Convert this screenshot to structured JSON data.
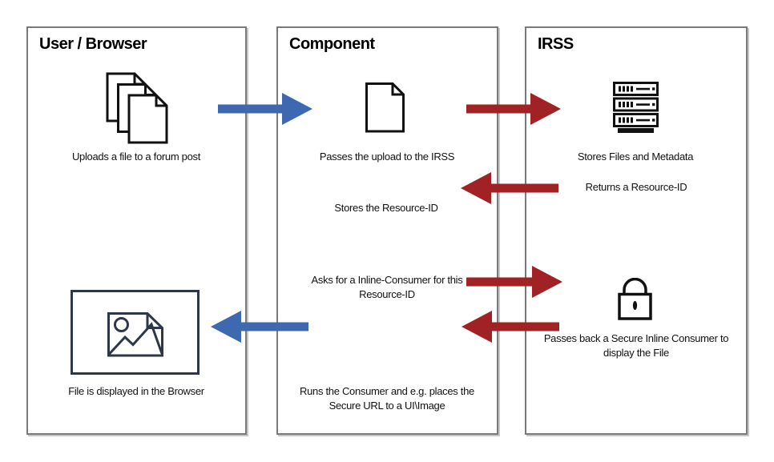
{
  "diagram": {
    "columns": [
      {
        "id": "user-browser",
        "title": "User / Browser"
      },
      {
        "id": "component",
        "title": "Component"
      },
      {
        "id": "irss",
        "title": "IRSS"
      }
    ],
    "labels": {
      "upload": "Uploads a file to a forum post",
      "pass_upload": "Passes the upload to the IRSS",
      "store_files": "Stores Files and Metadata",
      "return_id": "Returns a Resource-ID",
      "store_id": "Stores the Resource-ID",
      "ask_consumer": "Asks for a Inline-Consumer for this Resource-ID",
      "pass_back": "Passes back a Secure Inline Consumer to display the File",
      "file_displayed": "File is displayed in the Browser",
      "run_consumer": "Runs the Consumer and e.g. places the Secure URL to a UI\\Image"
    },
    "icons": [
      "files-stack",
      "document",
      "server",
      "lock",
      "image-frame",
      "image-file"
    ],
    "arrows": [
      {
        "id": "user-to-component",
        "color": "blue",
        "direction": "right",
        "step": "upload"
      },
      {
        "id": "component-to-irss",
        "color": "red",
        "direction": "right",
        "step": "pass_upload"
      },
      {
        "id": "irss-to-component",
        "color": "red",
        "direction": "left",
        "step": "return_id"
      },
      {
        "id": "component-to-irss-2",
        "color": "red",
        "direction": "right",
        "step": "ask_consumer"
      },
      {
        "id": "irss-to-component-2",
        "color": "red",
        "direction": "left",
        "step": "pass_back"
      },
      {
        "id": "component-to-user",
        "color": "blue",
        "direction": "left",
        "step": "file_displayed"
      }
    ],
    "colors": {
      "arrow_blue": "#3e68b0",
      "arrow_red": "#a02225",
      "box_border": "#7a7a7a",
      "icon_black": "#111111",
      "icon_navy": "#2d3748"
    }
  }
}
